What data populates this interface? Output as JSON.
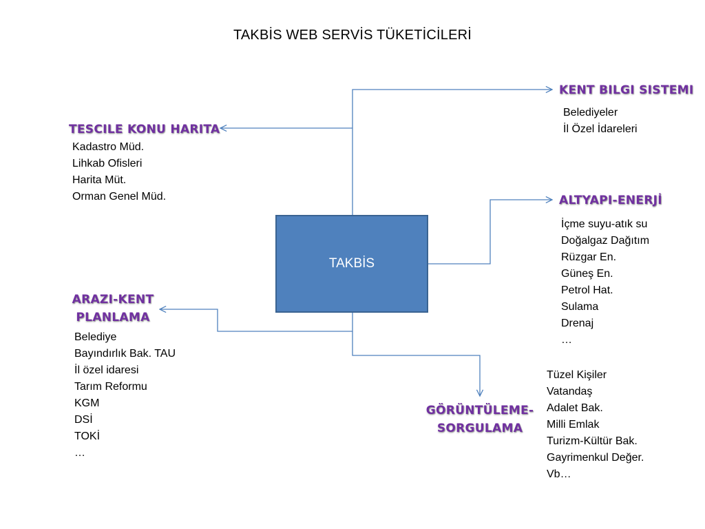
{
  "title": "TAKBİS WEB SERVİS TÜKETİCİLERİ",
  "center": {
    "label": "TAKBİS"
  },
  "colors": {
    "connector": "#4f81bd",
    "box_fill": "#4f81bd",
    "heading": "#7030a0"
  },
  "groups": {
    "kent_bilgi": {
      "heading": "KENT BILGI SISTEMI",
      "items": [
        "Belediyeler",
        "İl Özel İdareleri"
      ]
    },
    "tescile": {
      "heading": "TESCILE KONU HARITA",
      "items": [
        "Kadastro Müd.",
        "Lihkab Ofisleri",
        "Harita Müt.",
        "Orman Genel Müd."
      ]
    },
    "altyapi": {
      "heading": "ALTYAPI-ENERJİ",
      "items": [
        "İçme suyu-atık su",
        "Doğalgaz Dağıtım",
        "Rüzgar En.",
        "Güneş En.",
        "Petrol Hat.",
        "Sulama",
        "Drenaj",
        "…"
      ]
    },
    "arazi": {
      "heading_line1": "ARAZI-KENT",
      "heading_line2": "PLANLAMA",
      "items": [
        "Belediye",
        "Bayındırlık Bak. TAU",
        "İl özel idaresi",
        "Tarım Reformu",
        "KGM",
        "DSİ",
        "TOKİ",
        "…"
      ]
    },
    "goruntuleme": {
      "heading_line1": "GÖRÜNTÜLEME-",
      "heading_line2": "SORGULAMA",
      "items": [
        "Tüzel Kişiler",
        "Vatandaş",
        "Adalet Bak.",
        "Milli Emlak",
        "Turizm-Kültür Bak.",
        "Gayrimenkul Değer.",
        "Vb…"
      ]
    }
  }
}
